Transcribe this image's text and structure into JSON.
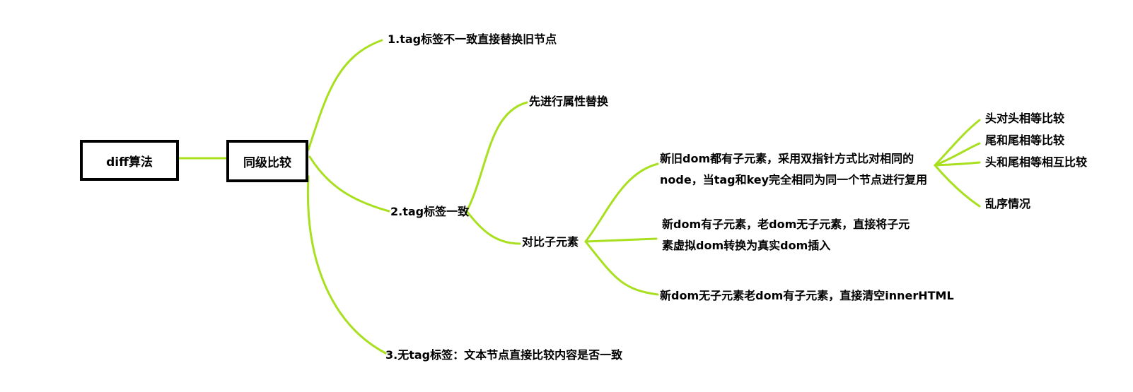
{
  "colors": {
    "connector": "#a8e01f",
    "box_border": "#000000",
    "text": "#000000"
  },
  "root": {
    "label": "diff算法"
  },
  "level1": {
    "label": "同级比较"
  },
  "branches": {
    "tag_mismatch": "1.tag标签不一致直接替换旧节点",
    "tag_match": "2.tag标签一致",
    "no_tag": "3.无tag标签：文本节点直接比较内容是否一致"
  },
  "tag_match": {
    "attr_replace": "先进行属性替换",
    "compare_children": "对比子元素"
  },
  "children_cases": {
    "both_children_line1": "新旧dom都有子元素，采用双指针方式比对相同的",
    "both_children_line2": "node，当tag和key完全相同为同一个节点进行复用",
    "new_only_line1": "新dom有子元素，老dom无子元素，直接将子元",
    "new_only_line2": "素虚拟dom转换为真实dom插入",
    "old_only": "新dom无子元素老dom有子元素，直接清空innerHTML"
  },
  "double_pointer": {
    "head_head": "头对头相等比较",
    "tail_tail": "尾和尾相等比较",
    "head_tail": "头和尾相等相互比较",
    "unordered": "乱序情况"
  }
}
